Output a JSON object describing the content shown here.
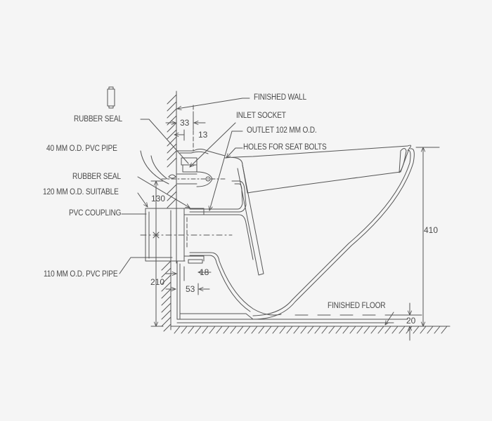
{
  "diagram": {
    "type": "technical-drawing",
    "subject": "wall-hung toilet installation section",
    "colors": {
      "background": "#f5f5f5",
      "line": "#555555",
      "text": "#4a4a4a"
    },
    "labels": {
      "rubber_seal_top": "RUBBER SEAL",
      "pipe_40": "40 MM O.D. PVC PIPE",
      "rubber_seal_mid": "RUBBER SEAL",
      "suitable_120": "120 MM O.D. SUITABLE",
      "pvc_coupling": "PVC COUPLING",
      "pipe_110": "110 MM O.D. PVC PIPE",
      "finished_wall": "FINISHED WALL",
      "inlet_socket": "INLET SOCKET",
      "outlet_102": "OUTLET 102 MM O.D.",
      "holes_seat_bolts": "HOLES FOR SEAT BOLTS",
      "finished_floor": "FINISHED FLOOR"
    },
    "dimensions": {
      "d33": "33",
      "d13": "13",
      "d130": "130",
      "d210": "210",
      "d18": "18",
      "d53": "53",
      "d410": "410",
      "d20": "20"
    }
  }
}
